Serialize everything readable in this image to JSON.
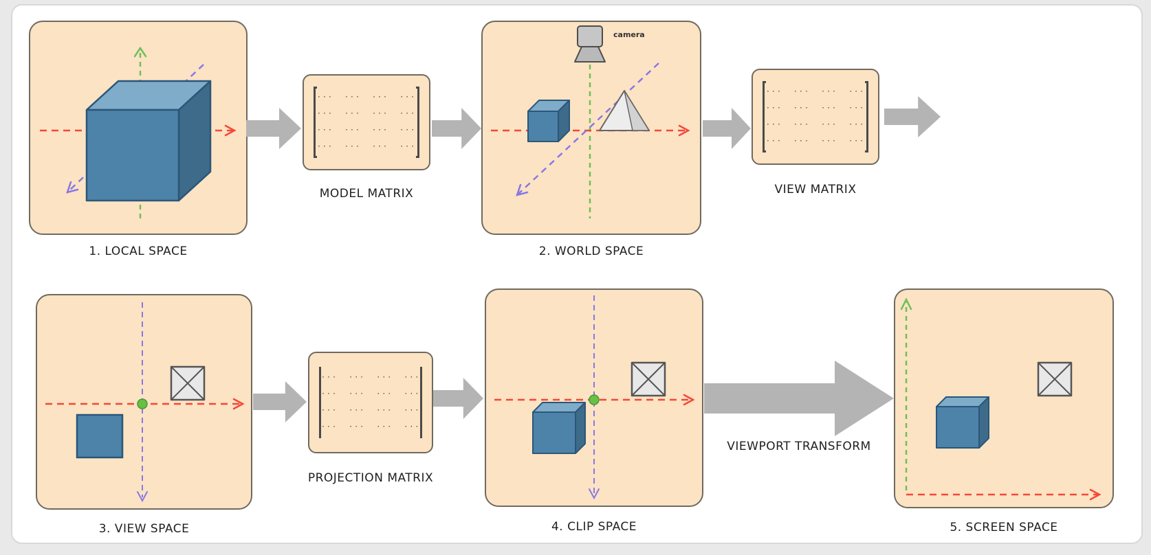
{
  "pipeline": {
    "stages": [
      {
        "id": "local",
        "title": "1. LOCAL SPACE"
      },
      {
        "id": "world",
        "title": "2. WORLD SPACE"
      },
      {
        "id": "view",
        "title": "3. VIEW SPACE"
      },
      {
        "id": "clip",
        "title": "4. CLIP SPACE"
      },
      {
        "id": "screen",
        "title": "5. SCREEN SPACE"
      }
    ],
    "world_camera_label": "camera",
    "viewport_transform_label": "VIEWPORT TRANSFORM"
  },
  "matrices": {
    "model": {
      "label": "MODEL MATRIX"
    },
    "view": {
      "label": "VIEW MATRIX"
    },
    "projection": {
      "label": "PROJECTION MATRIX"
    },
    "rows": [
      "···  ···  ···  ···",
      "···  ···  ···  ···",
      "···  ···  ···  ···",
      "···  ···  ···  ···"
    ]
  },
  "palette": {
    "panel_fill": "#fce3c3",
    "panel_border": "#6f6a60",
    "arrow_gray": "#b4b4b4",
    "axis_red": "#f4483a",
    "axis_green": "#6cc05a",
    "axis_purple": "#8877e6",
    "cube_front": "#4d83a8",
    "cube_top": "#7fadc9",
    "cube_side": "#3d6b89",
    "origin_dot": "#6abf45"
  }
}
